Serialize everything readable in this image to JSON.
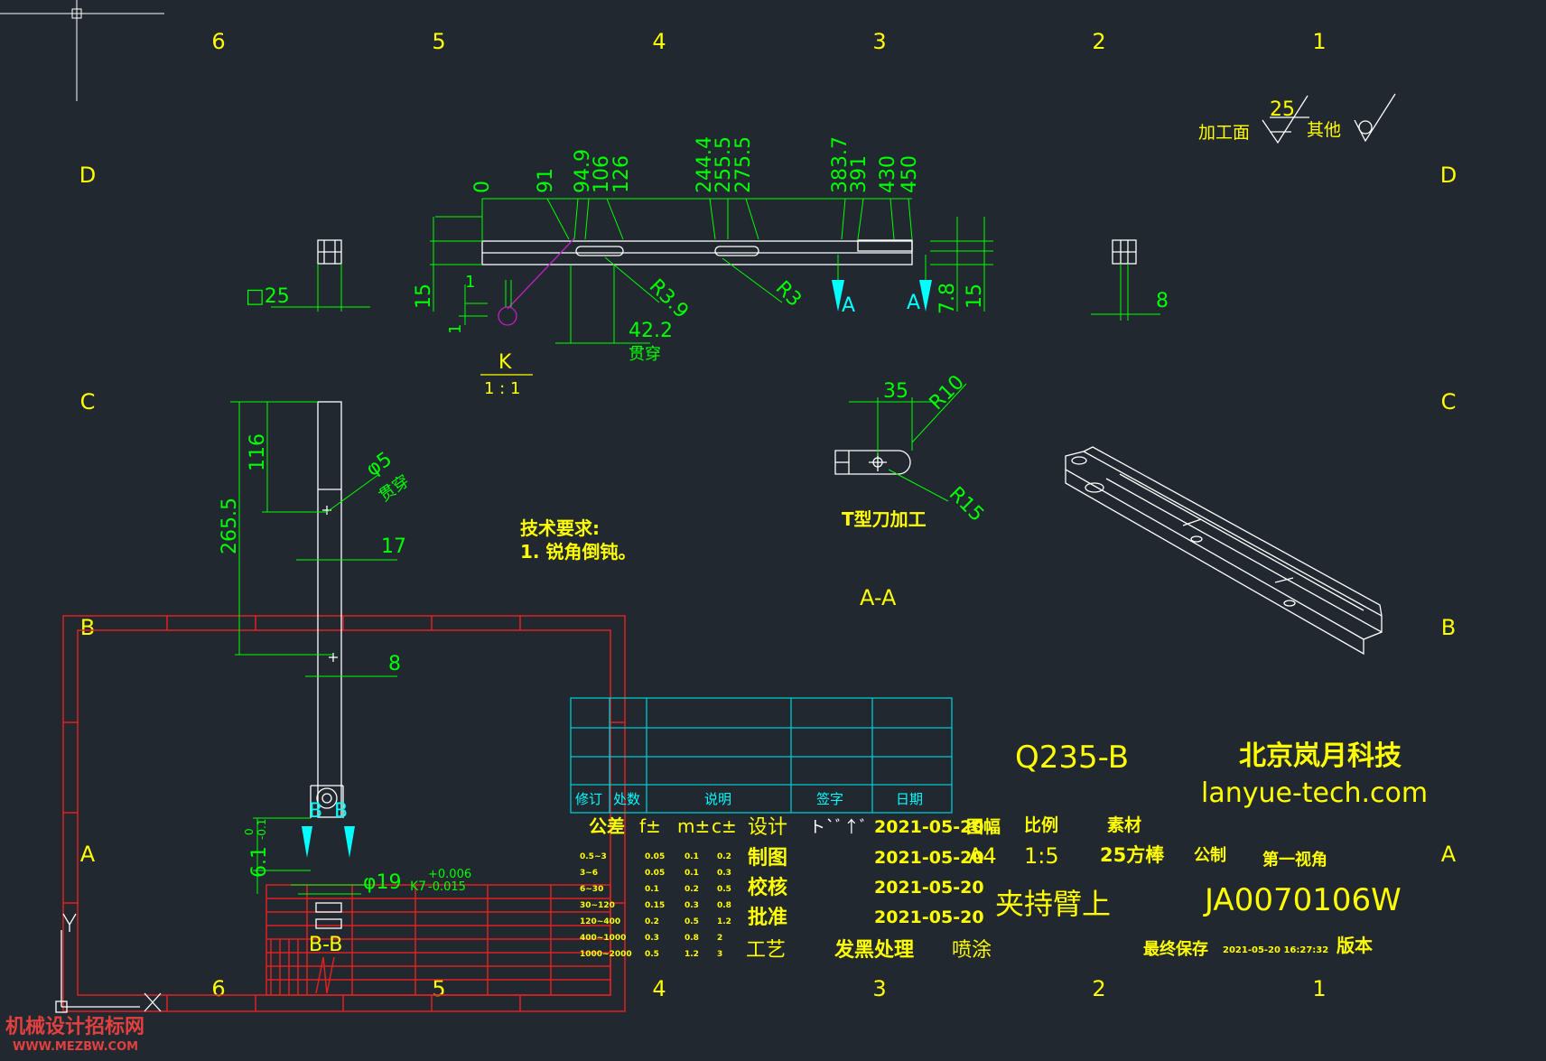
{
  "colors": {
    "background": "#212830",
    "dimension": "#00ff00",
    "text": "#ffff00",
    "frame": "#e02020",
    "table": "#00c8d0",
    "outline": "#ffffff",
    "hidden": "#c020c0"
  },
  "zone_columns": [
    "6",
    "5",
    "4",
    "3",
    "2",
    "1"
  ],
  "zone_rows": [
    "D",
    "C",
    "B",
    "A"
  ],
  "roughness": {
    "machined_label": "加工面",
    "value": "25",
    "other_label": "其他"
  },
  "top_view": {
    "ordinates": [
      "0",
      "91",
      "94.9",
      "106",
      "126",
      "244.4",
      "255.5",
      "275.5",
      "383.7",
      "391",
      "430",
      "450"
    ],
    "dims": {
      "sq25": "□25",
      "d15": "15",
      "d1a": "1",
      "d1b": "1",
      "r39": "R3.9",
      "r3": "R3",
      "d422": "42.2",
      "through1": "贯穿",
      "d78": "7.8",
      "d15r": "15",
      "d8": "8"
    },
    "section_a_left": "A",
    "section_a_right": "A",
    "detail_k": "K",
    "detail_k_scale": "1 : 1"
  },
  "side_view": {
    "d116": "116",
    "d2655": "265.5",
    "phi5": "φ5",
    "through2": "贯穿",
    "d17": "17",
    "d8": "8",
    "d61": "6.1",
    "tol61_upper": "0",
    "tol61_lower": "-0.1",
    "phi19": "φ19",
    "fit": "K7",
    "tol19_upper": "+0.006",
    "tol19_lower": "-0.015",
    "section_b1": "B",
    "section_b2": "B",
    "section_bb": "B-B"
  },
  "section_aa": {
    "d35": "35",
    "r10": "R10",
    "r15": "R15",
    "caption": "T型刀加工",
    "title": "A-A"
  },
  "tech_req": {
    "heading": "技术要求:",
    "item1": "1. 锐角倒钝。"
  },
  "revision_table": {
    "headers": [
      "修订",
      "处数",
      "说明",
      "签字",
      "日期"
    ]
  },
  "title_block": {
    "material": "Q235-B",
    "company": "北京岚月科技",
    "website": "lanyue-tech.com",
    "tolerance_headers": [
      "公差",
      "f±",
      "m±",
      "c±"
    ],
    "tolerance_rows": [
      [
        "0.5~3",
        "0.05",
        "0.1",
        "0.2"
      ],
      [
        "3~6",
        "0.05",
        "0.1",
        "0.3"
      ],
      [
        "6~30",
        "0.1",
        "0.2",
        "0.5"
      ],
      [
        "30~120",
        "0.15",
        "0.3",
        "0.8"
      ],
      [
        "120~400",
        "0.2",
        "0.5",
        "1.2"
      ],
      [
        "400~1000",
        "0.3",
        "0.8",
        "2"
      ],
      [
        "1000~2000",
        "0.5",
        "1.2",
        "3"
      ]
    ],
    "roles": [
      "设计",
      "制图",
      "校核",
      "批准"
    ],
    "designer": "ト`ﾞ↑ﾞ",
    "dates": [
      "2021-05-20",
      "2021-05-20",
      "2021-05-20",
      "2021-05-20"
    ],
    "sheet_label": "图幅",
    "sheet_value": "A4",
    "scale_label": "比例",
    "scale_value": "1:5",
    "stock_label": "素材",
    "stock_value": "25方棒",
    "units": "公制",
    "projection": "第一视角",
    "part_name": "夹持臂上",
    "part_number": "JA0070106W",
    "process_label": "工艺",
    "process1": "发黑处理",
    "process2": "喷涂",
    "final_save_label": "最终保存",
    "final_save_value": "2021-05-20 16:27:32",
    "version_label": "版本"
  },
  "watermark": {
    "line1": "机械设计招标网",
    "line2": "WWW.MEZBW.COM"
  }
}
